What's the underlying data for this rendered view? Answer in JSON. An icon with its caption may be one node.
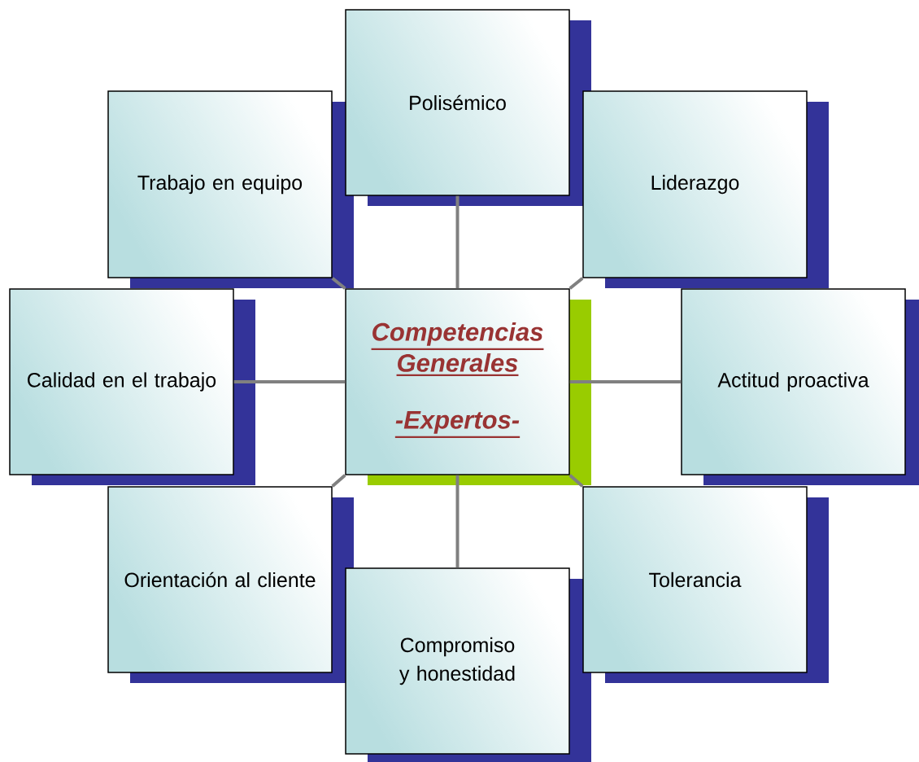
{
  "diagram": {
    "nodes": [
      {
        "text": [
          "Polisémico"
        ]
      },
      {
        "text": [
          "Trabajo en equipo"
        ]
      },
      {
        "text": [
          "Liderazgo"
        ]
      },
      {
        "text": [
          "Calidad en el trabajo"
        ]
      },
      {
        "text": [
          "Competencias Generales",
          "-Expertos-"
        ]
      },
      {
        "text": [
          "Actitud proactiva"
        ]
      },
      {
        "text": [
          "Orientación al cliente"
        ]
      },
      {
        "text": [
          "Tolerancia"
        ]
      },
      {
        "text": [
          "Compromiso y honestidad"
        ]
      }
    ],
    "edges": [
      {
        "from": 4,
        "to": 0,
        "arrow": "none"
      },
      {
        "from": 4,
        "to": 1,
        "arrow": "none"
      },
      {
        "from": 4,
        "to": 2,
        "arrow": "none"
      },
      {
        "from": 4,
        "to": 3,
        "arrow": "none"
      },
      {
        "from": 4,
        "to": 5,
        "arrow": "none"
      },
      {
        "from": 4,
        "to": 6,
        "arrow": "none"
      },
      {
        "from": 4,
        "to": 7,
        "arrow": "none"
      },
      {
        "from": 4,
        "to": 8,
        "arrow": "none"
      }
    ]
  }
}
